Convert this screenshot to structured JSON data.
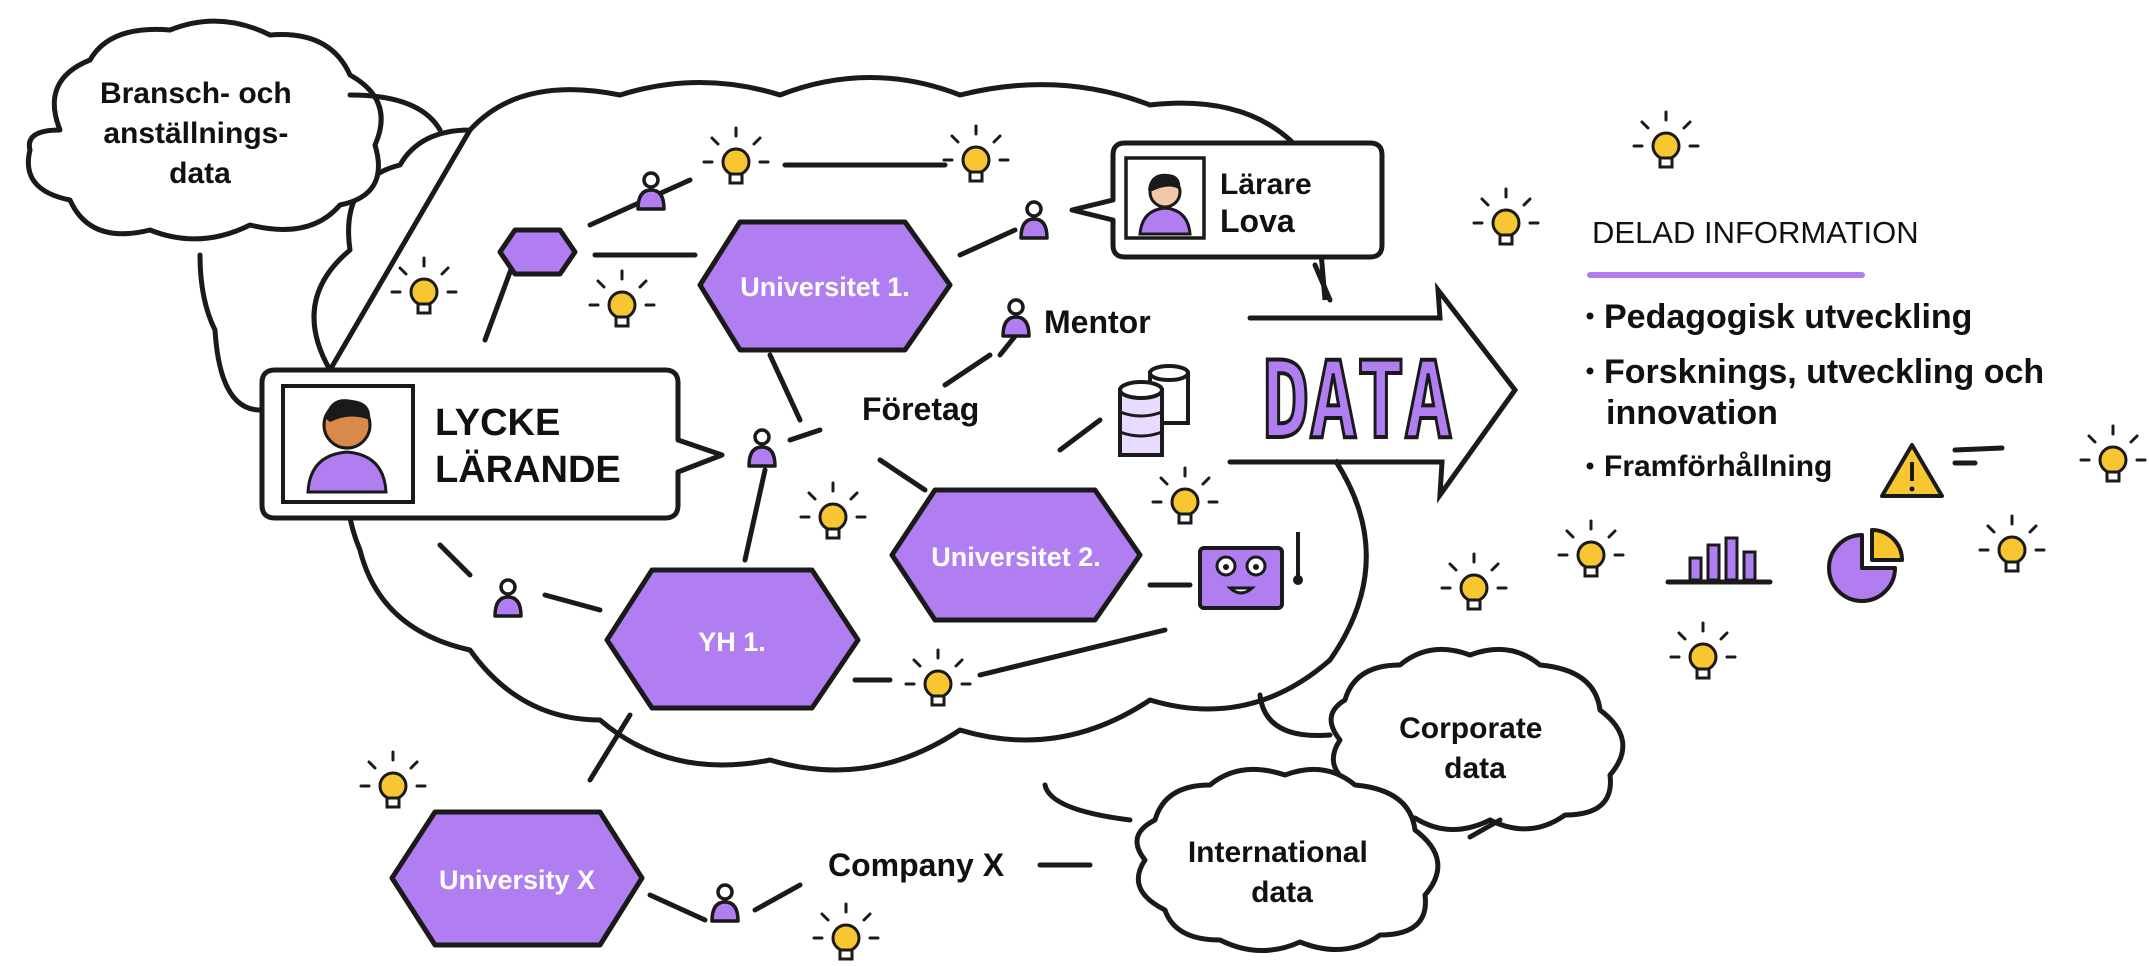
{
  "clouds": {
    "industry": "Bransch- och anställnings- data",
    "corporate": "Corporate data",
    "international": "International data"
  },
  "learner": {
    "line1": "LYCKE",
    "line2": "LÄRANDE"
  },
  "teacher": {
    "role": "Lärare",
    "name": "Lova"
  },
  "nodes": {
    "uni1": "Universitet 1.",
    "uni2": "Universitet 2.",
    "yh1": "YH 1.",
    "unix": "University X",
    "mentor": "Mentor",
    "foretag": "Företag",
    "companyx": "Company X"
  },
  "data_arrow": "DATA",
  "shared_info": {
    "heading": "DELAD INFORMATION",
    "items": [
      "Pedagogisk utveckling",
      "Forsknings, utveckling och innovation",
      "Framförhållning"
    ]
  },
  "colors": {
    "accent": "#b07ef0",
    "bulb": "#f7c630",
    "warning": "#f7c630",
    "ink": "#1a1a1a"
  },
  "icons": [
    "lightbulb-icon",
    "person-icon",
    "database-icon",
    "robot-icon",
    "warning-icon",
    "bar-chart-icon",
    "pie-chart-icon"
  ]
}
